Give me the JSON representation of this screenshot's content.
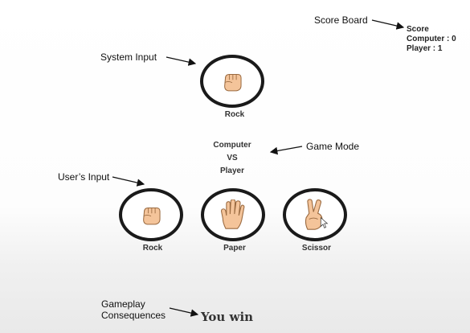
{
  "annotations": {
    "score_board": "Score Board",
    "system_input": "System Input",
    "game_mode": "Game Mode",
    "users_input": "User’s Input",
    "gameplay_consequences": "Gameplay Consequences"
  },
  "scoreboard": {
    "title": "Score",
    "computer": "Computer : 0",
    "player": "Player : 1"
  },
  "computer_choice": {
    "label": "Rock",
    "icon": "fist-icon"
  },
  "mode": {
    "line1": "Computer",
    "line2": "VS",
    "line3": "Player"
  },
  "choices": [
    {
      "label": "Rock",
      "icon": "fist-icon"
    },
    {
      "label": "Paper",
      "icon": "open-hand-icon"
    },
    {
      "label": "Scissor",
      "icon": "victory-hand-icon"
    }
  ],
  "result": "You win",
  "colors": {
    "skin": "#f4c49a",
    "outline": "#1a1a1a",
    "label": "#333333"
  }
}
